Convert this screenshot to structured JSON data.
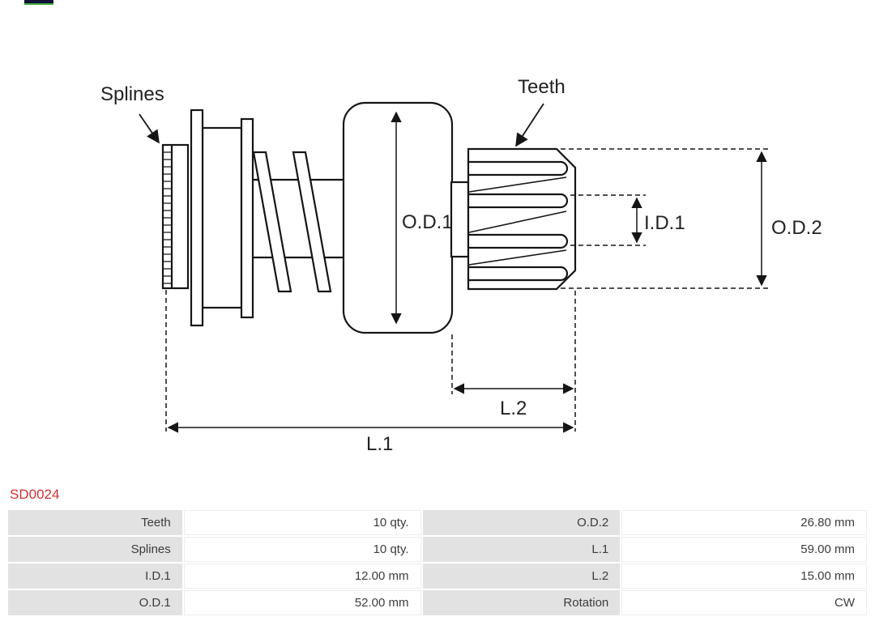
{
  "header": {
    "part_number": "SD0024",
    "part_number_color": "#cc3333"
  },
  "diagram": {
    "line_color": "#151515",
    "labels": {
      "splines": "Splines",
      "teeth": "Teeth",
      "od1": "O.D.1",
      "id1": "I.D.1",
      "od2": "O.D.2",
      "l2": "L.2",
      "l1": "L.1"
    }
  },
  "spec_table": {
    "label_background": "#e2e2e2",
    "rows": [
      {
        "label_left": "Teeth",
        "value_left": "10 qty.",
        "label_right": "O.D.2",
        "value_right": "26.80 mm"
      },
      {
        "label_left": "Splines",
        "value_left": "10 qty.",
        "label_right": "L.1",
        "value_right": "59.00 mm"
      },
      {
        "label_left": "I.D.1",
        "value_left": "12.00 mm",
        "label_right": "L.2",
        "value_right": "15.00 mm"
      },
      {
        "label_left": "O.D.1",
        "value_left": "52.00 mm",
        "label_right": "Rotation",
        "value_right": "CW"
      }
    ]
  }
}
